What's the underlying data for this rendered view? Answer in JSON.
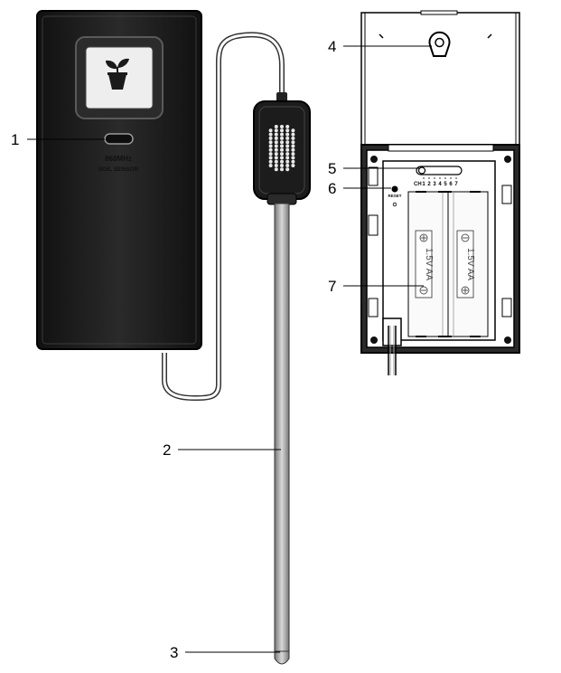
{
  "callouts": [
    {
      "id": "1",
      "label": "1"
    },
    {
      "id": "2",
      "label": "2"
    },
    {
      "id": "3",
      "label": "3"
    },
    {
      "id": "4",
      "label": "4"
    },
    {
      "id": "5",
      "label": "5"
    },
    {
      "id": "6",
      "label": "6"
    },
    {
      "id": "7",
      "label": "7"
    }
  ],
  "front": {
    "frequency": "868MHz",
    "product_name": "SOIL SENSOR",
    "logo_icon": "plant-pot-icon"
  },
  "back": {
    "channel_prefix": "CH",
    "channel_numbers": [
      "1",
      "2",
      "3",
      "4",
      "5",
      "6",
      "7"
    ],
    "reset_label": "RESET",
    "battery_left": "1.5V AA",
    "battery_right": "1.5V AA"
  }
}
